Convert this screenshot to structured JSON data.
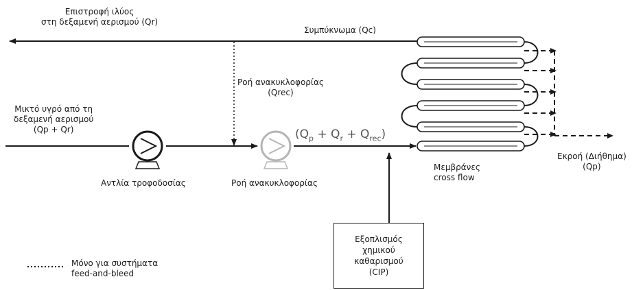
{
  "labels": {
    "sludge_return_line1": "Επιστροφή ιλύος",
    "sludge_return_line2": "στη δεξαμενή αερισμού (Qr)",
    "concentrate": "Συμπύκνωμα (Qc)",
    "recirc_flow_line1": "Ροή ανακυκλοφορίας",
    "recirc_flow_line2": "(Qrec)",
    "mixed_liquor_line1": "Μικτό υγρό από τη",
    "mixed_liquor_line2": "δεξαμενή αερισμού",
    "mixed_liquor_line3": "(Qp + Qr)",
    "feed_pump": "Αντλία τροφοδοσίας",
    "recirc_pump": "Ροή ανακυκλοφορίας",
    "formula": {
      "q1": "(Q",
      "s1": "p",
      "q2": " + Q",
      "s2": "r",
      "q3": "+ Q",
      "s3": "rec",
      "q4": ")"
    },
    "membranes_line1": "Μεμβράνες",
    "membranes_line2": "cross flow",
    "effluent_line1": "Εκροή (Διήθημα)",
    "effluent_line2": "(Qp)",
    "cip_line1": "Εξοπλισμός",
    "cip_line2": "χημικού",
    "cip_line3": "καθαρισμού",
    "cip_line4": "(CIP)",
    "legend_line1": "Μόνο για συστήματα",
    "legend_line2": "feed-and-bleed"
  },
  "colors": {
    "line": "#1a1a1a",
    "recirc_pump": "#b5b5b5",
    "formula": "#555555"
  }
}
